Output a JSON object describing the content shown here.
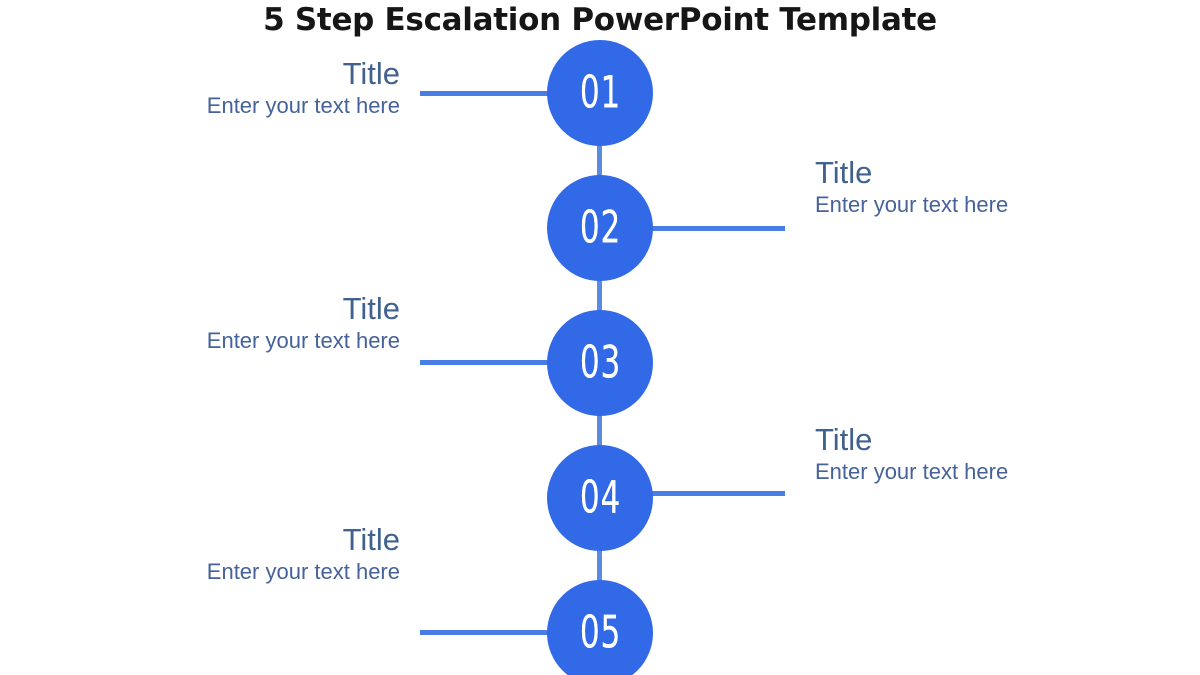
{
  "slide": {
    "title": "5 Step Escalation PowerPoint Template",
    "background_color": "#ffffff",
    "title_color": "#161616"
  },
  "theme": {
    "node_fill": "#3269e6",
    "node_number_color": "#ffffff",
    "connector_color": "#4a7de3",
    "vertical_connector_color": "#5b8be0",
    "title_text_color": "#41618f",
    "body_text_color": "#45639a"
  },
  "steps": [
    {
      "number": "01",
      "side": "left",
      "title": "Title",
      "body": "Enter your text here"
    },
    {
      "number": "02",
      "side": "right",
      "title": "Title",
      "body": "Enter your text here"
    },
    {
      "number": "03",
      "side": "left",
      "title": "Title",
      "body": "Enter your text here"
    },
    {
      "number": "04",
      "side": "right",
      "title": "Title",
      "body": "Enter your text here"
    },
    {
      "number": "05",
      "side": "left",
      "title": "Title",
      "body": "Enter your text here"
    }
  ]
}
